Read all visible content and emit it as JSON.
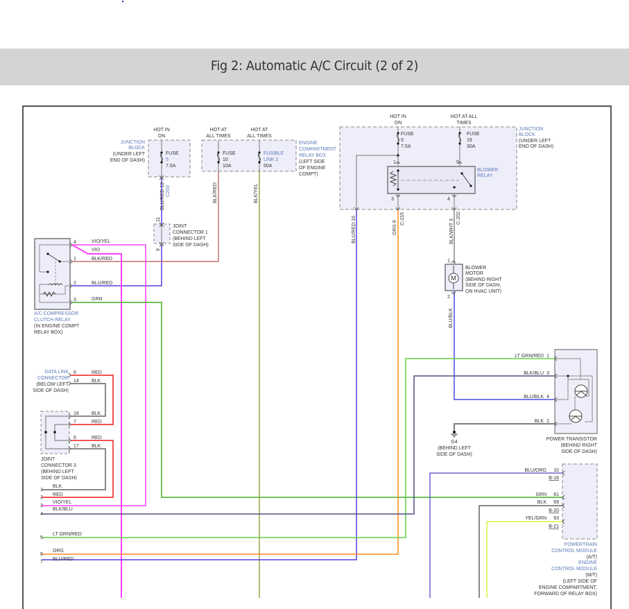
{
  "figure": {
    "title": "Fig 2: Automatic A/C Circuit (2 of 2)"
  },
  "colors": {
    "banner_bg": "#d4d4d4",
    "component_label": "#5a7ab8",
    "wire_vio": "#ff40ff",
    "wire_blu_red": "#5a3ae0",
    "wire_blk_red": "#c07070",
    "wire_blk_yel": "#a0a050",
    "wire_grn": "#40b020",
    "wire_lt_grn_red": "#60d040",
    "wire_org": "#ff8a1a",
    "wire_blk": "#606060",
    "wire_red": "#f01818",
    "wire_blk_blu": "#505080",
    "wire_blu_blk": "#4a4ae0",
    "wire_blu_org": "#7060d0",
    "wire_yel_grn": "#e0f040",
    "box_fill": "#eeeefa"
  },
  "power_sources": [
    {
      "label_1": "HOT IN",
      "label_2": "ON"
    },
    {
      "label_1": "HOT AT",
      "label_2": "ALL TIMES"
    },
    {
      "label_1": "HOT AT",
      "label_2": "ALL TIMES"
    },
    {
      "label_1": "HOT IN",
      "label_2": "ON"
    },
    {
      "label_1": "HOT AT ALL",
      "label_2": "TIMES"
    }
  ],
  "components": {
    "junction_block_left": {
      "lines": [
        "JUNCTION",
        "BLOCK",
        "(UNDER LEFT",
        "END OF DASH)"
      ],
      "fuse": [
        "FUSE",
        "5",
        "7.5A"
      ]
    },
    "engine_relay_box": {
      "lines": [
        "ENGINE",
        "COMPARTMENT",
        "RELAY BOX",
        "(LEFT SIDE",
        "OF ENGINE",
        "COMPT)"
      ],
      "fuse": [
        "FUSE",
        "10",
        "10A"
      ],
      "fusible_link": [
        "FUSIBLE",
        "LINK 2",
        "50A"
      ]
    },
    "junction_block_right": {
      "lines": [
        "JUNCTION",
        "BLOCK",
        "(UNDER LEFT",
        "END OF DASH)"
      ],
      "fuse_a": [
        "FUSE",
        "5",
        "7.5A"
      ],
      "fuse_b": [
        "FUSE",
        "19",
        "30A"
      ]
    },
    "blower_relay": {
      "lines": [
        "BLOWER",
        "RELAY"
      ],
      "pins": [
        "1",
        "5",
        "3",
        "4"
      ]
    },
    "joint_connector_1": {
      "lines": [
        "JOINT",
        "CONNECTOR 1",
        "(BEHIND LEFT",
        "SIDE OF DASH)"
      ],
      "pins": [
        "11",
        "9"
      ]
    },
    "ac_compressor_clutch_relay": {
      "lines": [
        "A/C COMPRESSOR",
        "CLUTCH RELAY",
        "(IN ENGINE COMPT",
        "RELAY BOX)"
      ],
      "pins": [
        "4",
        "1",
        "2",
        "3"
      ]
    },
    "blower_motor": {
      "lines": [
        "BLOWER",
        "MOTOR",
        "(BEHIND RIGHT",
        "SIDE OF DASH,",
        "ON HVAC UNIT)"
      ],
      "symbol": "M",
      "pins": [
        "1",
        "2"
      ]
    },
    "data_link_connector": {
      "lines": [
        "DATA LINK",
        "CONNECTOR",
        "(BELOW LEFT",
        "SIDE OF DASH)"
      ],
      "pins": [
        "6",
        "14"
      ]
    },
    "joint_connector_3": {
      "lines": [
        "JOINT",
        "CONNECTOR 3",
        "(BEHIND LEFT",
        "SIDE OF DASH)"
      ],
      "pins": [
        "18",
        "7",
        "6",
        "17"
      ]
    },
    "power_transistor": {
      "lines": [
        "POWER TRANSISTOR",
        "(BEHIND RIGHT",
        "SIDE OF DASH)"
      ],
      "pins": [
        "1",
        "3",
        "4",
        "2"
      ]
    },
    "ground_g4": {
      "lines": [
        "G4",
        "(BEHIND LEFT",
        "SIDE OF DASH)"
      ]
    },
    "pcm": {
      "lines": [
        "POWERTRAIN",
        "CONTROL MODULE",
        "(A/T)",
        "ENGINE",
        "CONTROL MODULE",
        "(M/T)",
        "(LEFT SIDE OF",
        "ENGINE COMPARTMENT,",
        "FORWARD OF RELAY BOX)"
      ],
      "connectors": [
        "B-18",
        "B-20",
        "B-21"
      ]
    }
  },
  "wire_labels": {
    "blu_red_13": "BLU/RED 13",
    "c203": "C203",
    "blk_red_v": "BLK/RED",
    "blk_yel_v": "BLK/YEL",
    "blu_red_16": "BLU/RED 16",
    "org_6": "ORG 6",
    "c215": "C-215",
    "blk_wht_3": "BLK/WHT 3",
    "c202": "C-202",
    "blu_blk_v": "BLU/BLK"
  },
  "relay_wires": [
    {
      "pin": "4",
      "label": "VIO/YEL"
    },
    {
      "pin": "",
      "label": "VIO"
    },
    {
      "pin": "1",
      "label": "BLK/RED"
    },
    {
      "pin": "2",
      "label": "BLU/RED"
    },
    {
      "pin": "3",
      "label": "GRN"
    }
  ],
  "dlc_wires": [
    {
      "pin": "6",
      "label": "RED"
    },
    {
      "pin": "14",
      "label": "BLK"
    }
  ],
  "jc3_wires": [
    {
      "pin": "18",
      "label": "BLK"
    },
    {
      "pin": "7",
      "label": "RED"
    },
    {
      "pin": "6",
      "label": "RED"
    },
    {
      "pin": "17",
      "label": "BLK"
    }
  ],
  "bus_wires": [
    {
      "num": "1",
      "label": "BLK"
    },
    {
      "num": "2",
      "label": "RED"
    },
    {
      "num": "3",
      "label": "VIO/YEL"
    },
    {
      "num": "4",
      "label": "BLK/BLU"
    },
    {
      "num": "5",
      "label": "LT GRN/RED"
    },
    {
      "num": "6",
      "label": "ORG"
    },
    {
      "num": "7",
      "label": "BLU/RED"
    }
  ],
  "transistor_wires": [
    {
      "label": "LT GRN/RED",
      "pin": "1"
    },
    {
      "label": "BLK/BLU",
      "pin": "3"
    },
    {
      "label": "BLU/BLK",
      "pin": "4"
    },
    {
      "label": "BLK",
      "pin": "2"
    }
  ],
  "pcm_wires": [
    {
      "label": "BLU/ORG",
      "pin": "10"
    },
    {
      "label": "GRN",
      "pin": "81"
    },
    {
      "label": "BLK",
      "pin": "69"
    },
    {
      "label": "YEL/GRN",
      "pin": "93"
    }
  ]
}
